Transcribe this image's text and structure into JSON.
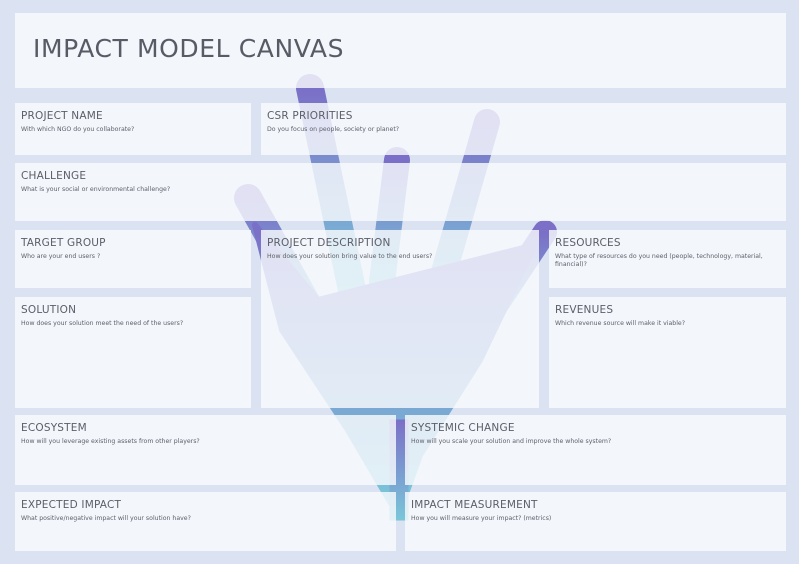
{
  "canvas_title": "IMPACT MODEL CANVAS",
  "colors": {
    "background": "#dbe3f3",
    "box": "#f8fafd",
    "hand_top": "#7b6fc7",
    "hand_bottom": "#7ac6d9"
  },
  "sections": {
    "project_name": {
      "title": "PROJECT NAME",
      "question": "With which NGO do you collaborate?"
    },
    "csr_priorities": {
      "title": "CSR PRIORITIES",
      "question": "Do you focus on people, society or planet?"
    },
    "challenge": {
      "title": "CHALLENGE",
      "question": "What is your social or environmental challenge?"
    },
    "target_group": {
      "title": "TARGET GROUP",
      "question": "Who are your end users ?"
    },
    "project_description": {
      "title": "PROJECT DESCRIPTION",
      "question": "How does your solution bring value to the end users?"
    },
    "resources": {
      "title": "RESOURCES",
      "question": "What type of resources do you need (people, technology, material, financial)?"
    },
    "solution": {
      "title": "SOLUTION",
      "question": "How does your solution meet the need of the users?"
    },
    "revenues": {
      "title": "REVENUES",
      "question": "Which revenue source will make it viable?"
    },
    "ecosystem": {
      "title": "ECOSYSTEM",
      "question": "How will you leverage existing assets from other players?"
    },
    "systemic_change": {
      "title": "SYSTEMIC CHANGE",
      "question": "How will you scale your solution and improve the whole system?"
    },
    "expected_impact": {
      "title": "EXPECTED IMPACT",
      "question": "What positive/negative impact will your solution have?"
    },
    "impact_measurement": {
      "title": "IMPACT MEASUREMENT",
      "question": "How you will measure your impact? (metrics)"
    }
  }
}
